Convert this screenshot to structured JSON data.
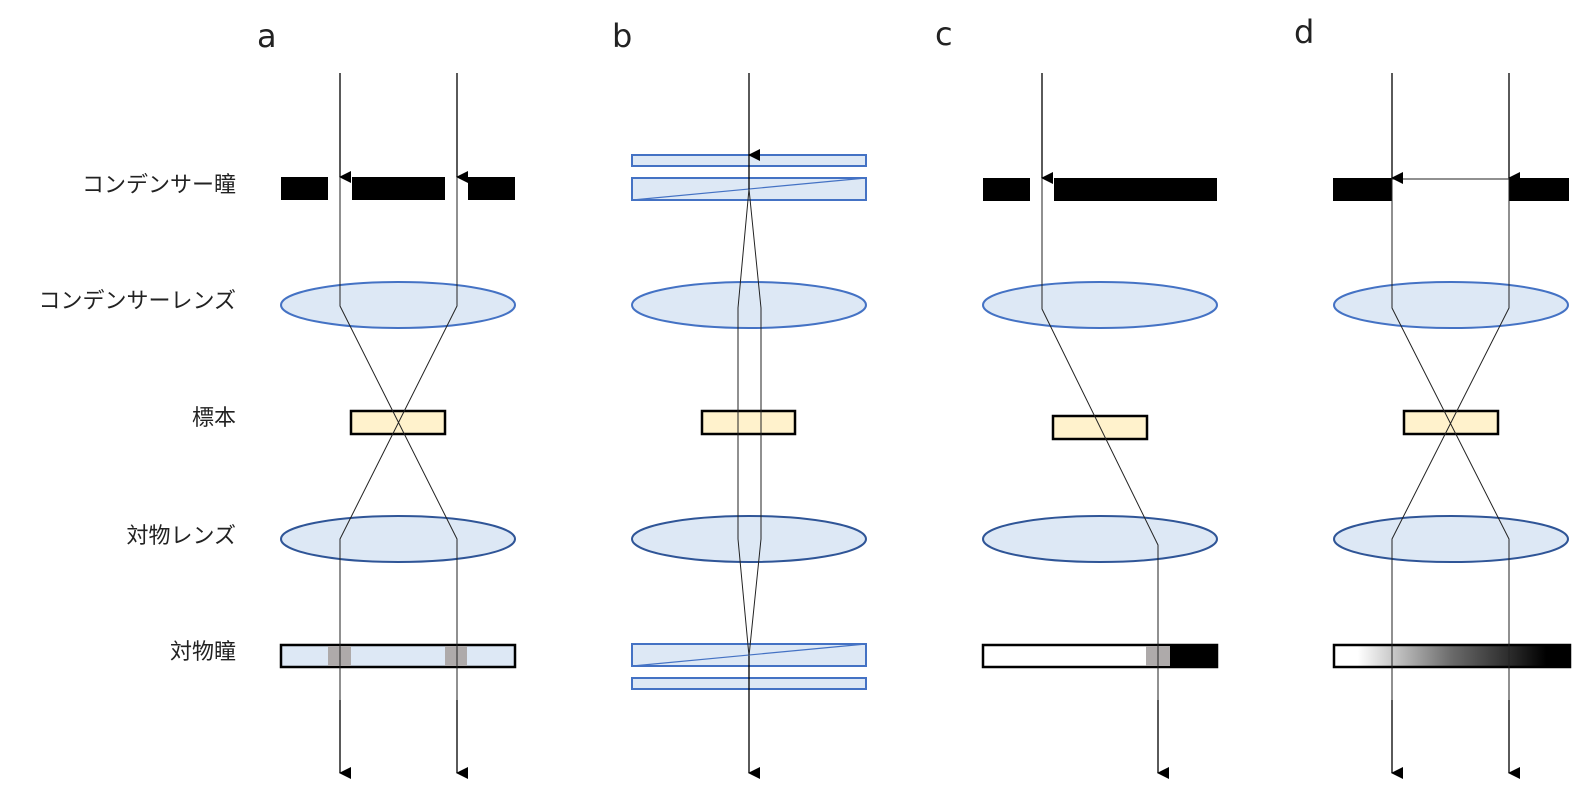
{
  "figure": {
    "panels": [
      {
        "id": "a",
        "letter": "a"
      },
      {
        "id": "b",
        "letter": "b"
      },
      {
        "id": "c",
        "letter": "c"
      },
      {
        "id": "d",
        "letter": "d"
      }
    ],
    "row_labels": {
      "condenser_pupil": "コンデンサー瞳",
      "condenser_lens": "コンデンサーレンズ",
      "specimen": "標本",
      "objective_lens": "対物レンズ",
      "objective_pupil": "対物瞳"
    },
    "colors": {
      "lens_fill": "#dde8f5",
      "condenser_lens_stroke": "#4472c4",
      "objective_lens_stroke": "#2f5597",
      "specimen_fill": "#fff2cc",
      "phase_ring": "#aeaaaa",
      "stop": "#000000"
    }
  }
}
